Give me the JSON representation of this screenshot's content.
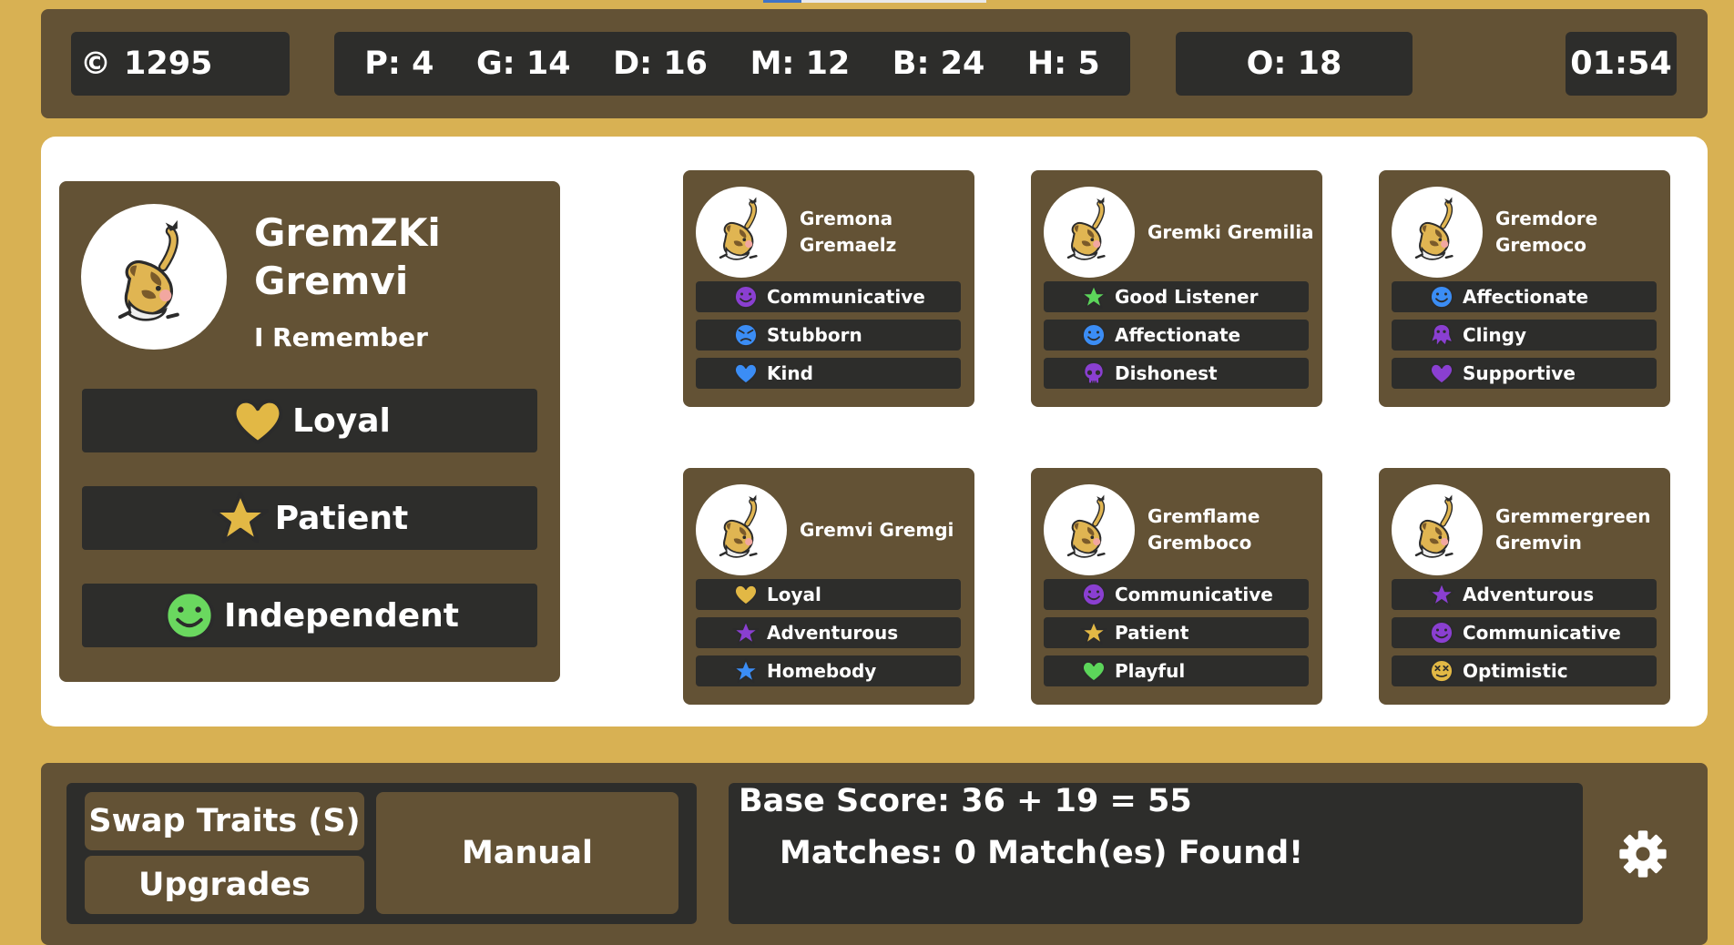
{
  "top_progress": {
    "fraction": 0.17
  },
  "topbar": {
    "coins": {
      "icon": "copyright-coin-icon",
      "value": "1295"
    },
    "stats": [
      {
        "id": "p",
        "label": "P: 4"
      },
      {
        "id": "g",
        "label": "G: 14"
      },
      {
        "id": "d",
        "label": "D: 16"
      },
      {
        "id": "m",
        "label": "M: 12"
      },
      {
        "id": "b",
        "label": "B: 24"
      },
      {
        "id": "h",
        "label": "H: 5"
      }
    ],
    "overall": "O: 18",
    "timer": "01:54"
  },
  "player": {
    "name": "GremZKi Gremvi",
    "subtitle": "I Remember",
    "traits": [
      {
        "label": "Loyal",
        "icon": "heart-icon",
        "color": "#e2b845"
      },
      {
        "label": "Patient",
        "icon": "star-icon",
        "color": "#e2b845"
      },
      {
        "label": "Independent",
        "icon": "smiley-icon",
        "color": "#6ad85f"
      }
    ]
  },
  "candidates": [
    {
      "name": "Gremona Gremaelz",
      "traits": [
        {
          "label": "Communicative",
          "icon": "smiley-icon",
          "color": "#8a3fd1"
        },
        {
          "label": "Stubborn",
          "icon": "angry-face-icon",
          "color": "#3b8df5"
        },
        {
          "label": "Kind",
          "icon": "heart-icon",
          "color": "#3b8df5"
        }
      ]
    },
    {
      "name": "Gremki Gremilia",
      "traits": [
        {
          "label": "Good Listener",
          "icon": "star-icon",
          "color": "#5cd55a"
        },
        {
          "label": "Affectionate",
          "icon": "smiley-icon",
          "color": "#3b8df5"
        },
        {
          "label": "Dishonest",
          "icon": "skull-icon",
          "color": "#8a3fd1"
        }
      ]
    },
    {
      "name": "Gremdore Gremoco",
      "traits": [
        {
          "label": "Affectionate",
          "icon": "smiley-icon",
          "color": "#3b8df5"
        },
        {
          "label": "Clingy",
          "icon": "octopus-icon",
          "color": "#8a3fd1"
        },
        {
          "label": "Supportive",
          "icon": "heart-icon",
          "color": "#8a3fd1"
        }
      ]
    },
    {
      "name": "Gremvi Gremgi",
      "traits": [
        {
          "label": "Loyal",
          "icon": "heart-icon",
          "color": "#e2b845"
        },
        {
          "label": "Adventurous",
          "icon": "star-icon",
          "color": "#8a3fd1"
        },
        {
          "label": "Homebody",
          "icon": "star-icon",
          "color": "#3b8df5"
        }
      ]
    },
    {
      "name": "Gremflame Gremboco",
      "traits": [
        {
          "label": "Communicative",
          "icon": "smiley-icon",
          "color": "#8a3fd1"
        },
        {
          "label": "Patient",
          "icon": "star-icon",
          "color": "#e2b845"
        },
        {
          "label": "Playful",
          "icon": "heart-icon",
          "color": "#5cd55a"
        }
      ]
    },
    {
      "name": "Gremmergreen Gremvin",
      "traits": [
        {
          "label": "Adventurous",
          "icon": "star-icon",
          "color": "#8a3fd1"
        },
        {
          "label": "Communicative",
          "icon": "smiley-icon",
          "color": "#8a3fd1"
        },
        {
          "label": "Optimistic",
          "icon": "dizzy-face-icon",
          "color": "#e2b845"
        }
      ]
    }
  ],
  "controls": {
    "swap_label": "Swap Traits (S)",
    "upgrades_label": "Upgrades",
    "manual_label": "Manual",
    "settings_icon": "gear-icon"
  },
  "score": {
    "base_label": "Base Score:",
    "base_value": "36 + 19 = 55",
    "matches_label": "Matches:",
    "matches_value": "0 Match(es) Found!"
  }
}
